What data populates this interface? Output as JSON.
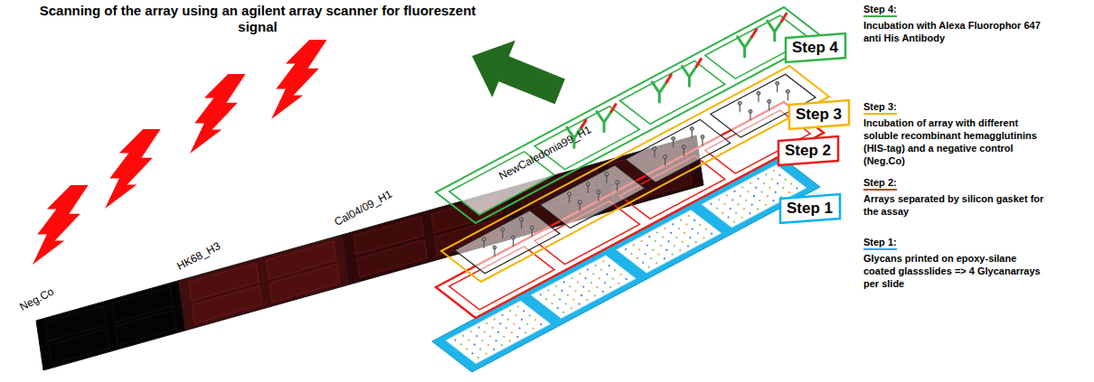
{
  "diagram": {
    "title": "Scanning of the array using an agilent array scanner for fluoreszent signal",
    "nodes": [
      {
        "text": [
          "Step 4"
        ]
      },
      {
        "text": [
          "Step 3"
        ]
      },
      {
        "text": [
          "Step 2"
        ]
      },
      {
        "text": [
          "Step 1"
        ]
      }
    ],
    "labels": [
      "Neg.Co",
      "HK68_H3",
      "Cal04/09_H1",
      "NewCaledonia99_H1",
      "Step 4:",
      "Incubation with Alexa Fluorophor 647 anti His Antibody",
      "Step 3:",
      "Incubation of array with different soluble recombinant hemagglutinins (HIS-tag) and a negative control (Neg.Co)",
      "Step 2:",
      "Arrays separated by silicon gasket for the assay",
      "Step 1:",
      "Glycans printed on epoxy-silane coated glassslides => 4 Glycanarrays per slide"
    ]
  }
}
